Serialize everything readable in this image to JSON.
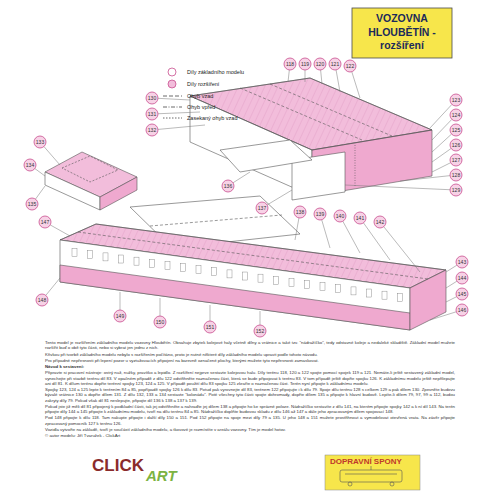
{
  "diagram": {
    "title": "VOZOVNA HLOUBĚTÍN -rozšíření",
    "labels": [
      "118",
      "119",
      "120",
      "121",
      "122",
      "123",
      "124",
      "125",
      "126",
      "127",
      "128",
      "129",
      "130",
      "131",
      "132",
      "133",
      "134",
      "135",
      "136",
      "137",
      "138",
      "139",
      "140",
      "141",
      "142",
      "143",
      "144",
      "145",
      "146",
      "147",
      "148",
      "149",
      "150",
      "151",
      "152",
      "Tento model je rozšířením základního modelu vozovny Hloubětín. Obsahuje zbytek kolejové haly včetně dílny a vrátnice a také tzv. \"nádražíčko\", tedy odstavné koleje a nedaleké skladiště. Základní model můžete rozšířit buď o obě tyto části, nebo si vybrat jen jednu z nich.",
      "Křivkou při tvorbě základního modelu nebylo s rozšířením počítáno, proto je nutné některé díly základního modelu upravit podle tohoto návodu.",
      "Pro případné nepřesnosti při lepení pozor u vyztužovacích připojení na barevně označené plochy, kterými můžete tyto nepřesnosti zamaskovat.",
      "Návod k sestavení:",
      "Připravte si pracovní nástroje: ostrý nůž, nůžky, pravítko a lepidlo. Z rozšíření nejprve sestavte kolejovou halu. Díly terénu 118, 120 a 122 spojte pomocí spojek 119 a 121. Nemáte-li ještě sestavený základní model, vynechejte při stavbě terénu díl 83. V opačném případě z dílu 122 odstřihněte naznačenou část, která se bude připojovat k terénu 83. V tom případě ještě dopřte spojku 126. K základnímu modelu ještě nepřilepujte ani díl 81. K dílům terénu dopřte terénní spojky 123, 124 a 125. V případě použití dílu 83 spojku 125 zkraťte o naznačenou část. Terén nyní připojte k základnímu modelu.",
      "Spojky 123, 124 a 125 lepte k terénním 84 a 85, popřípadě spojky 126 k dílu 83. Potud pak vyrovnejte díl 83, terénem 122 připojujte i k dílu 79. Spoje dílů terénu 128 s celkem 129 a pak dílem 130. Zpevněte budovu bývalé vrátnice 130 a dopřte dílem 131. Z dílů 132, 133 a 134 sestavte \"kolonádu\". Poté všechny tyto části spojte dohromady, dopřte dílem 135 a připojte k hlavní budově. Lepíte-li dílem 79, 97, 99 a 112, budou zakryty díly 79. Pokud však díl 81 neslepujte, připojte díl 136 k 138 a 137 k 139.",
      "Pokud jste již měli díl 81 připojený k podkladní části, tak jej odstřihněte a nahraďte jej dílem 138 a připojte ho ke správné poloze. Nádražíčko sestavíte z dílu 141, na kterém připojte spojky 142 a k ní díl 143. Na terén připojte díly 144 a 145 připojte k základnímu modelu, tvoří na dílu terénu 84 a 85. Nádražíčko doplňte budovou skladu z dílů 146 až 147 a dále jeho zpracovaným dílem spojovací 148.",
      "Pod 148 připojte k dílu 118. Tam nakupte připojte i další díly 150 a 151. Pod 152 připojte na spoje mezi díly 79 a 135. U jeho 148 a 151 můžete prostřihnout a vymodelovat otevřená vrata. Na závěr připojte zpracovaný pomocník 127 k terénu 126.",
      "Vozidla vytvořte na základě, tvoří je součástí základního modelu, a tkovové je rozmístíte v areálu vozovny. Tím je model hotov.",
      "© autor modelu: Jiří Tvarůžek - ClickArt",
      "CLICK",
      "ART",
      "DOPRAVNÍ SPONY"
    ],
    "legend": [
      {
        "text": "Díly základního modelu"
      },
      {
        "text": "Díly rozšíření",
        "color": "#f2bddb"
      },
      {
        "text": "Ohyb vzad"
      },
      {
        "text": "Ohyb vpřed"
      },
      {
        "text": "Zasekaný ohyb vzad"
      }
    ]
  }
}
